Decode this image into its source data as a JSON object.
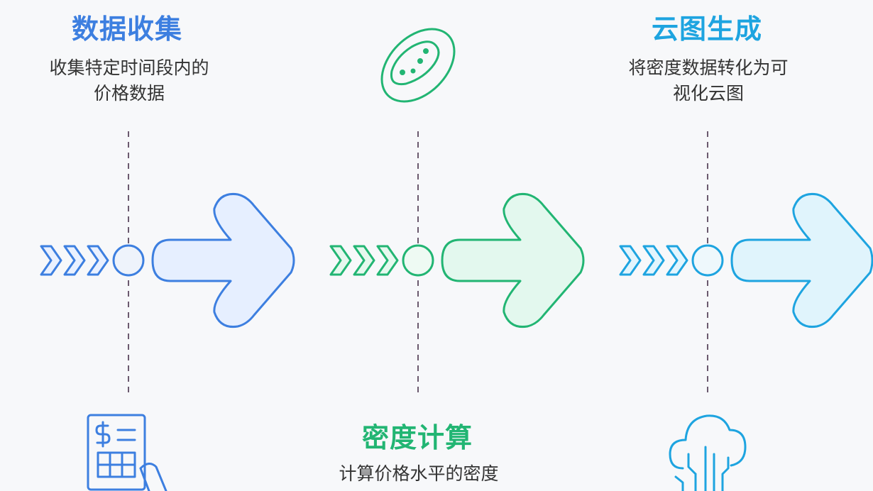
{
  "steps": [
    {
      "title": "数据收集",
      "description_line1": "收集特定时间段内的",
      "description_line2": "价格数据",
      "icon": "invoice-hand-icon",
      "color": "#3d7fe0"
    },
    {
      "title": "密度计算",
      "description_line1": "计算价格水平的密度",
      "description_line2": "",
      "icon": "blob-density-icon",
      "color": "#22b573"
    },
    {
      "title": "云图生成",
      "description_line1": "将密度数据转化为可",
      "description_line2": "视化云图",
      "icon": "cloud-circuit-icon",
      "color": "#1ea4e0"
    }
  ],
  "colors": {
    "blue": "#3d7fe0",
    "blue_fill": "#e6efff",
    "green": "#22b573",
    "green_fill": "#e3f8ee",
    "cyan": "#1ea4e0",
    "cyan_fill": "#e0f4fc",
    "dashed_line": "#6b5a6e"
  }
}
